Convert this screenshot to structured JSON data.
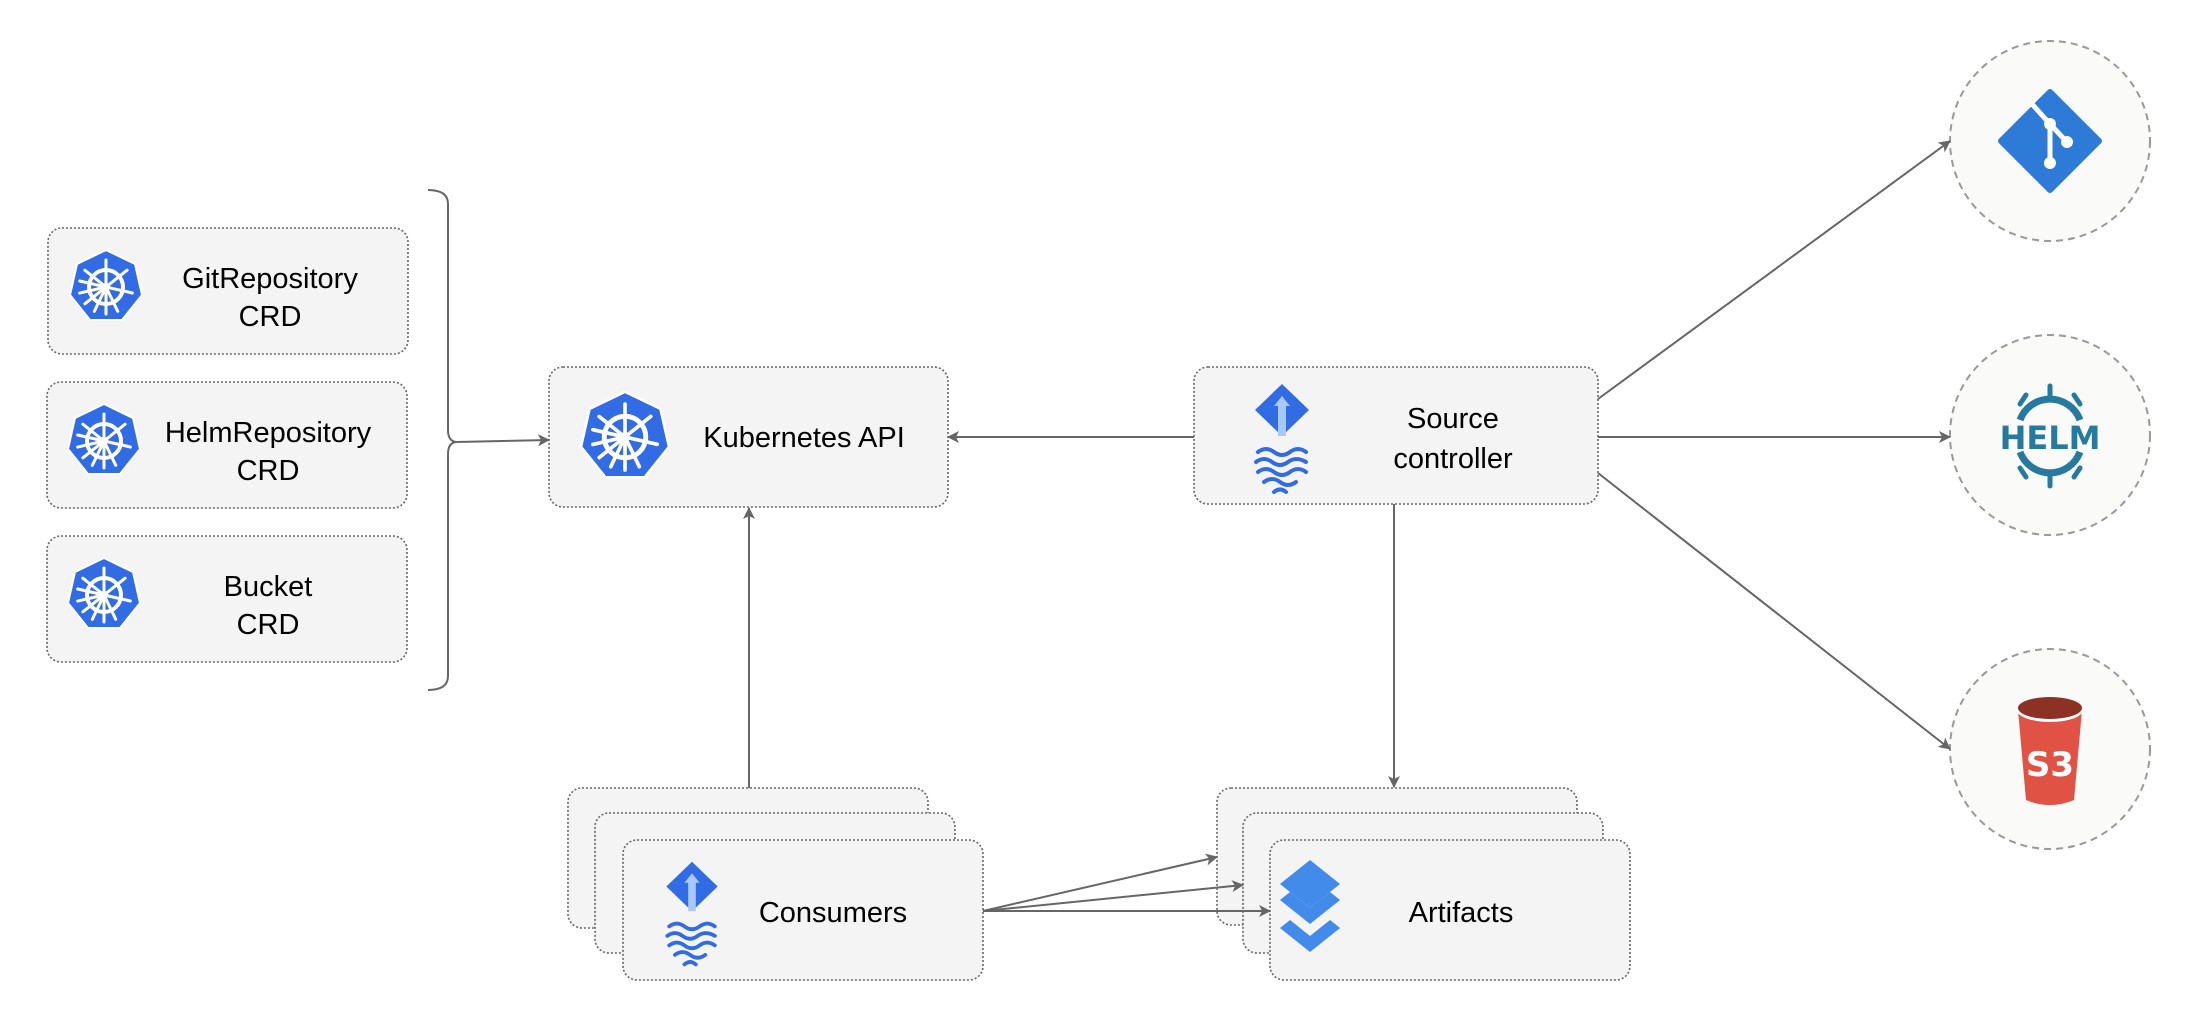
{
  "crds": [
    {
      "line1": "GitRepository",
      "line2": "CRD"
    },
    {
      "line1": "HelmRepository",
      "line2": "CRD"
    },
    {
      "line1": "Bucket",
      "line2": "CRD"
    }
  ],
  "kubernetes_api": {
    "label": "Kubernetes API"
  },
  "source_controller": {
    "line1": "Source",
    "line2": "controller"
  },
  "consumers": {
    "label": "Consumers"
  },
  "artifacts": {
    "label": "Artifacts"
  },
  "sources": {
    "git": {
      "icon": "git-icon"
    },
    "helm": {
      "icon": "helm-icon",
      "logo_text": "HELM"
    },
    "s3": {
      "icon": "s3-bucket-icon",
      "logo_text": "S3"
    }
  },
  "colors": {
    "kubernetes_blue": "#326ce5",
    "git_blue": "#2d7bd6",
    "helm_teal": "#277a9f",
    "s3_red": "#e05243",
    "s3_dark": "#8c3123",
    "artifacts_blue": "#428bea",
    "edge_gray": "#666666"
  }
}
